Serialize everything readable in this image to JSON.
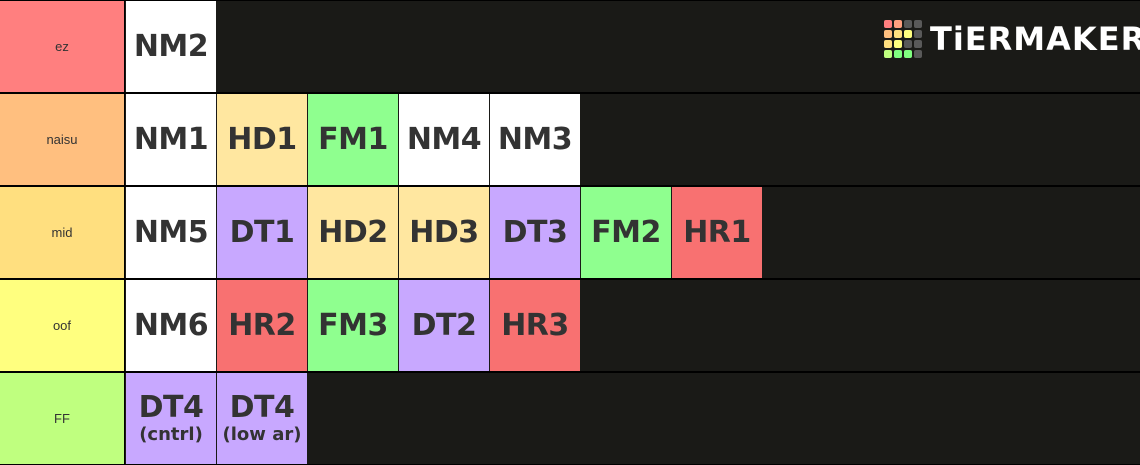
{
  "logo": {
    "text": "TiERMAKER",
    "grid_colors": [
      "#ff7f7f",
      "#ff9f7f",
      "#595959",
      "#595959",
      "#ffbf7f",
      "#ffdf7f",
      "#ffff7f",
      "#595959",
      "#ffdf7f",
      "#ffff7f",
      "#595959",
      "#595959",
      "#bfff7f",
      "#7fff7f",
      "#7fff7f",
      "#595959"
    ]
  },
  "tiers": [
    {
      "label": "ez",
      "color": "#ff7f7f",
      "items": [
        {
          "main": "NM2",
          "sub": "",
          "color": "#ffffff"
        }
      ]
    },
    {
      "label": "naisu",
      "color": "#ffbf7f",
      "items": [
        {
          "main": "NM1",
          "sub": "",
          "color": "#ffffff"
        },
        {
          "main": "HD1",
          "sub": "",
          "color": "#ffe7a0"
        },
        {
          "main": "FM1",
          "sub": "",
          "color": "#8fff8f"
        },
        {
          "main": "NM4",
          "sub": "",
          "color": "#ffffff"
        },
        {
          "main": "NM3",
          "sub": "",
          "color": "#ffffff"
        }
      ]
    },
    {
      "label": "mid",
      "color": "#ffdf7f",
      "items": [
        {
          "main": "NM5",
          "sub": "",
          "color": "#ffffff"
        },
        {
          "main": "DT1",
          "sub": "",
          "color": "#c8a8ff"
        },
        {
          "main": "HD2",
          "sub": "",
          "color": "#ffe7a0"
        },
        {
          "main": "HD3",
          "sub": "",
          "color": "#ffe7a0"
        },
        {
          "main": "DT3",
          "sub": "",
          "color": "#c8a8ff"
        },
        {
          "main": "FM2",
          "sub": "",
          "color": "#8fff8f"
        },
        {
          "main": "HR1",
          "sub": "",
          "color": "#f87171"
        }
      ]
    },
    {
      "label": "oof",
      "color": "#ffff7f",
      "items": [
        {
          "main": "NM6",
          "sub": "",
          "color": "#ffffff"
        },
        {
          "main": "HR2",
          "sub": "",
          "color": "#f87171"
        },
        {
          "main": "FM3",
          "sub": "",
          "color": "#8fff8f"
        },
        {
          "main": "DT2",
          "sub": "",
          "color": "#c8a8ff"
        },
        {
          "main": "HR3",
          "sub": "",
          "color": "#f87171"
        }
      ]
    },
    {
      "label": "FF",
      "color": "#bfff7f",
      "items": [
        {
          "main": "DT4",
          "sub": "(cntrl)",
          "color": "#c8a8ff"
        },
        {
          "main": "DT4",
          "sub": "(low ar)",
          "color": "#c8a8ff"
        }
      ]
    }
  ]
}
